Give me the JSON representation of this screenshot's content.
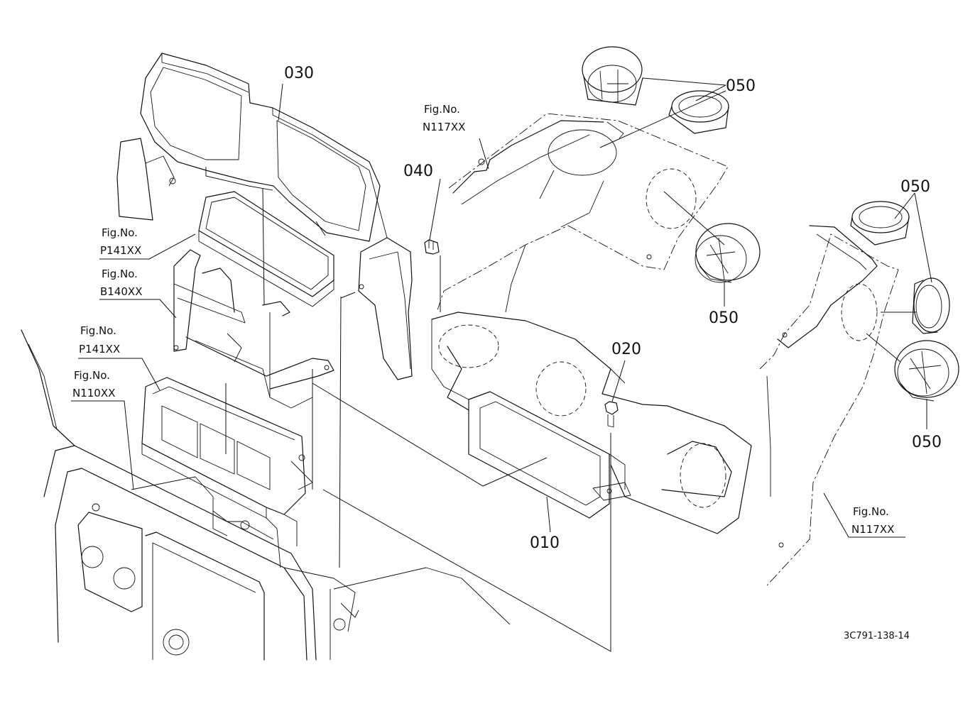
{
  "diagram": {
    "part_labels": {
      "p010": "010",
      "p020": "020",
      "p030": "030",
      "p040": "040",
      "p050a": "050",
      "p050b": "050",
      "p050c": "050",
      "p050d": "050"
    },
    "fig_refs": {
      "p141_top": {
        "line1": "Fig.No.",
        "line2": "P141XX"
      },
      "b140": {
        "line1": "Fig.No.",
        "line2": "B140XX"
      },
      "p141_mid": {
        "line1": "Fig.No.",
        "line2": "P141XX"
      },
      "n110": {
        "line1": "Fig.No.",
        "line2": "N110XX"
      },
      "n117_top": {
        "line1": "Fig.No.",
        "line2": "N117XX"
      },
      "n117_right": {
        "line1": "Fig.No.",
        "line2": "N117XX"
      }
    },
    "drawing_code": "3C791-138-14"
  }
}
